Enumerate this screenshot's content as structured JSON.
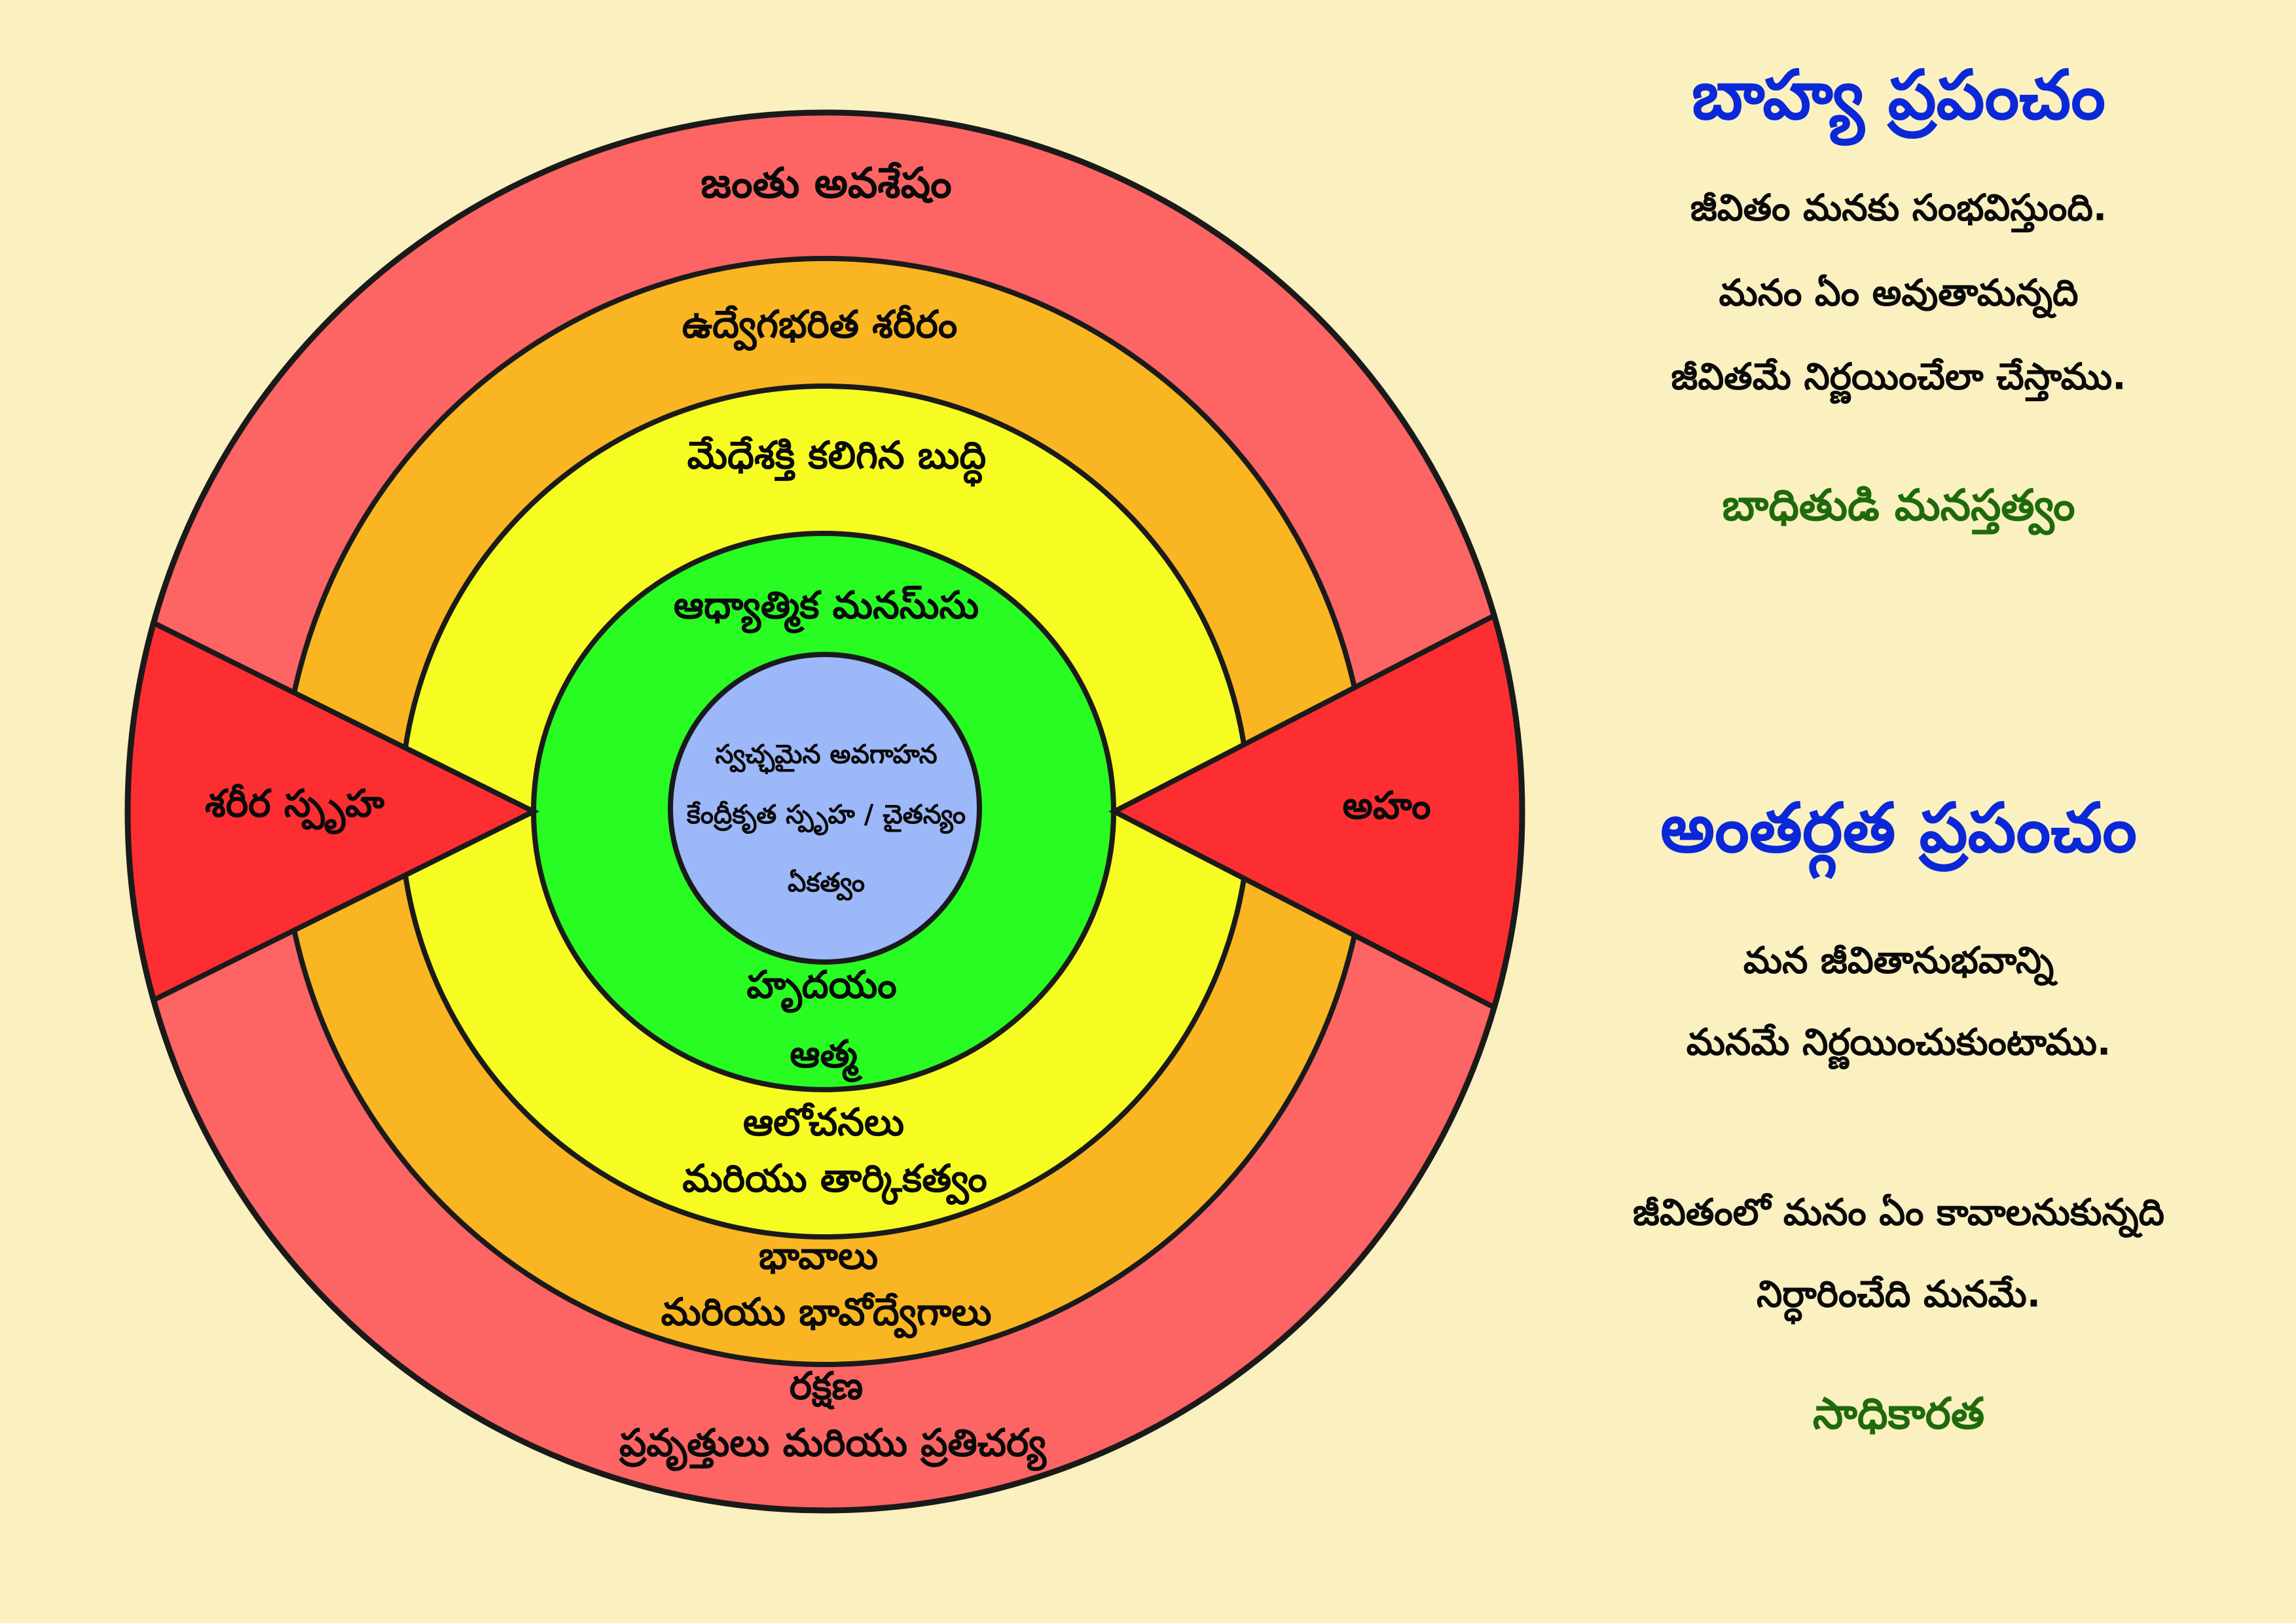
{
  "colors": {
    "background": "#FAF0C0",
    "ring_outer": "#FD6464",
    "ring_second": "#FAB522",
    "ring_third": "#F6FB22",
    "ring_fourth": "#28FC22",
    "core": "#9DB8F9",
    "wedge": "#FC2E31",
    "outline": "#1a1a1a",
    "heading_blue": "#0A28D8",
    "tagline_green": "#1E6A0A"
  },
  "rings": [
    {
      "id": "outer",
      "top_label": "జంతు అవశేషం",
      "bottom_label_lines": [
        "రక్షణ",
        "ప్రవృత్తులు మరియు ప్రతిచర్య"
      ]
    },
    {
      "id": "second",
      "top_label": "ఉద్వేగభరిత శరీరం",
      "bottom_label_lines": [
        "భావాలు",
        "మరియు భావోద్వేగాలు"
      ]
    },
    {
      "id": "third",
      "top_label": "మేధేశక్తి కలిగిన బుద్ధి",
      "bottom_label_lines": [
        "ఆలోచనలు",
        "మరియు తార్కికత్వం"
      ]
    },
    {
      "id": "fourth",
      "top_label": "ఆధ్యాత్మిక మనసు్సు",
      "bottom_label_lines": [
        "హృదయం",
        "ఆత్మ"
      ]
    }
  ],
  "core": {
    "lines": [
      "స్వచ్ఛమైన అవగాహన",
      "కేంద్రీకృత స్పృహ / చైతన్యం",
      "ఏకత్వం"
    ]
  },
  "wedges": {
    "left": "శరీర స్పృహ",
    "right": "అహం"
  },
  "panel": {
    "outer_world": {
      "heading": "బాహ్య ప్రపంచం",
      "lines": [
        "జీవితం మనకు సంభవిస్తుంది.",
        "మనం ఏం అవుతామన్నది",
        "జీవితమే నిర్ణయించేలా చేస్తాము."
      ],
      "tagline": "బాధితుడి మనస్తత్వం"
    },
    "inner_world": {
      "heading": "అంతర్గత ప్రపంచం",
      "lines": [
        "మన జీవితానుభవాన్ని",
        "మనమే నిర్ణయించుకుంటాము.",
        "జీవితంలో మనం ఏం కావాలనుకున్నది",
        "నిర్ధారించేది మనమే."
      ],
      "tagline": "సాధికారత"
    }
  }
}
